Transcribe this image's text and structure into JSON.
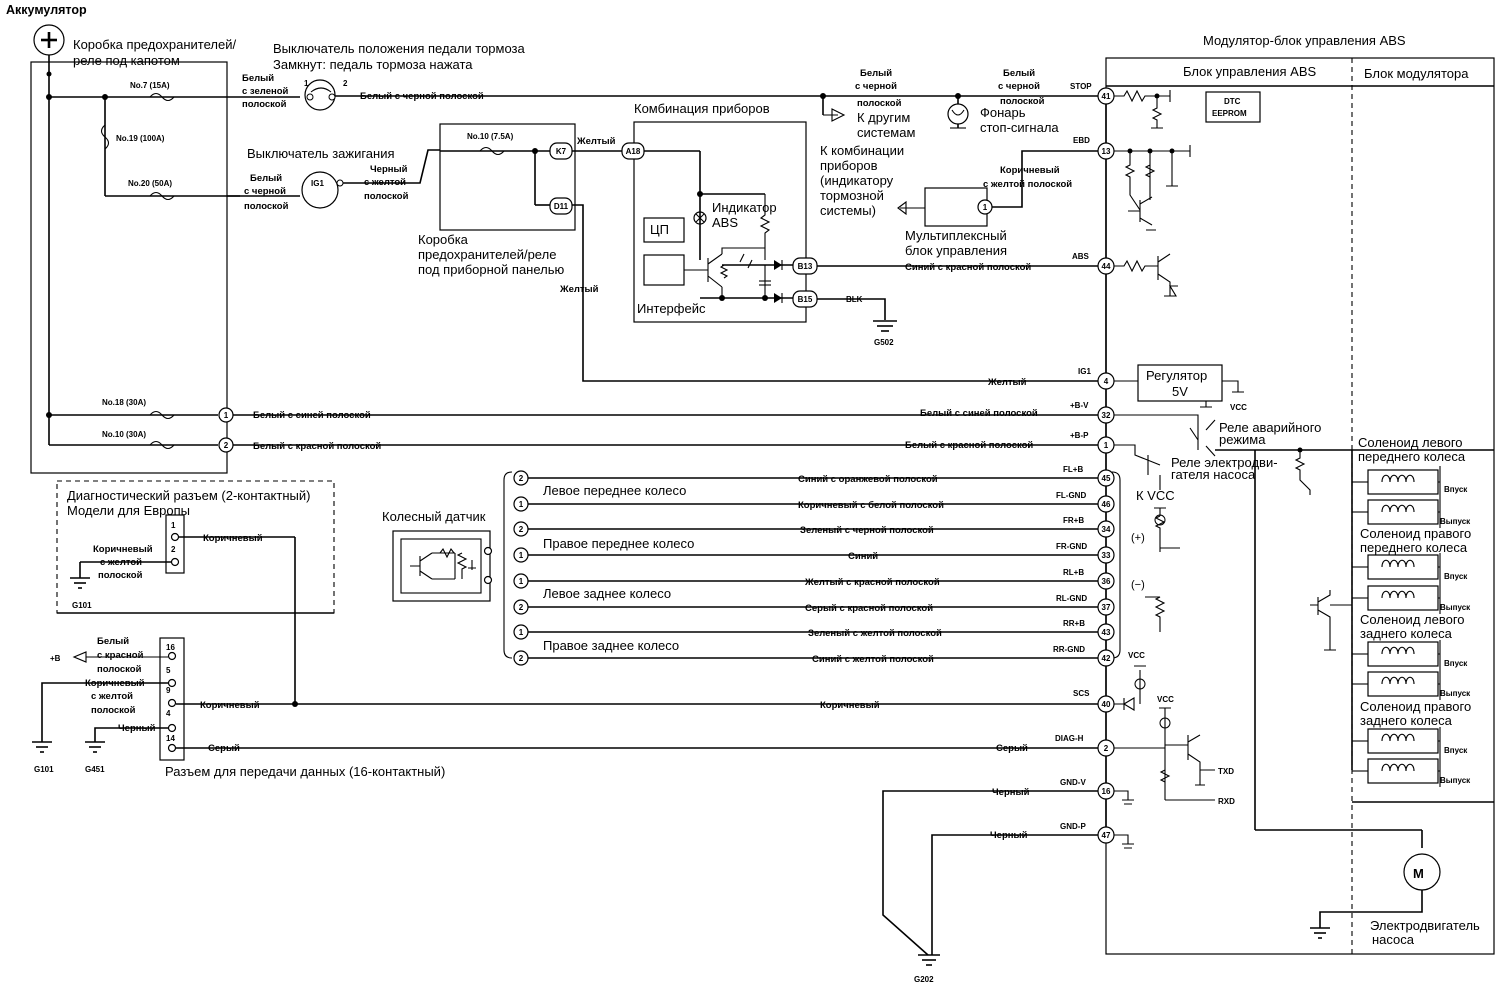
{
  "battery": "Аккумулятор",
  "underhood_box": [
    "Коробка предохранителей/",
    "реле под капотом"
  ],
  "fuses_underhood": [
    "No.7 (15A)",
    "No.19 (100A)",
    "No.20 (50A)",
    "No.18 (30A)",
    "No.10 (30A)"
  ],
  "brake_switch": [
    "Выключатель положения педали тормоза",
    "Замкнут: педаль тормоза нажата"
  ],
  "brake_switch_pins": [
    "1",
    "2"
  ],
  "ignition_switch": "Выключатель зажигания",
  "ignition_pin": "IG1",
  "wire_white_green": [
    "Белый",
    "с зеленой",
    "полоской"
  ],
  "wire_white_black_long": "Белый с черной полоской",
  "wire_white_black_3": [
    "Белый",
    "с черной",
    "полоской"
  ],
  "wire_black_yellow": [
    "Черный",
    "с желтой",
    "полоской"
  ],
  "dash_fuse": "No.10 (7.5A)",
  "dash_box": [
    "Коробка",
    "предохранителей/реле",
    "под приборной панелью"
  ],
  "yellow": "Желтый",
  "combi_title": "Комбинация приборов",
  "abs_indicator": [
    "Индикатор",
    "ABS"
  ],
  "cpu": "ЦП",
  "interface": "Интерфейс",
  "connector_labels": [
    "K7",
    "D11",
    "A18",
    "B13",
    "B15"
  ],
  "other_systems": [
    "К другим",
    "системам"
  ],
  "stop_lamp": [
    "Фонарь",
    "стоп-сигнала"
  ],
  "to_combi": [
    "К комбинации",
    "приборов",
    "(индикатору",
    "тормозной",
    "системы)"
  ],
  "mux_unit": [
    "Мультиплексный",
    "блок управления"
  ],
  "brown_yellow_stripe": [
    "Коричневый",
    "с желтой полоской"
  ],
  "blue_red_stripe": "Синий с красной полоской",
  "blk": "BLK",
  "ground_g502": "G502",
  "modulator_title": "Модулятор-блок управления ABS",
  "abs_unit": "Блок управления ABS",
  "modulator_block": "Блок модулятора",
  "dtc": [
    "DTC",
    "EEPROM"
  ],
  "pin_names": [
    "STOP",
    "EBD",
    "ABS",
    "IG1",
    "+B-V",
    "+B-P"
  ],
  "pin_nums_right": [
    "41",
    "13",
    "44",
    "4",
    "32",
    "1"
  ],
  "regulator": [
    "Регулятор",
    "5V"
  ],
  "vcc": "VCC",
  "fail_relay": [
    "Реле аварийного",
    "режима"
  ],
  "pump_relay": [
    "Реле электродви-",
    "гателя насоса"
  ],
  "to_vcc": "К VCC",
  "white_blue": "Белый с синей полоской",
  "white_red": "Белый с красной полоской",
  "circled_pins": [
    "1",
    "2"
  ],
  "diag2": [
    "Диагностический разъем (2-контактный)",
    "Модели для Европы"
  ],
  "diag2_pins": [
    "1",
    "2"
  ],
  "brown": "Коричневый",
  "brown_yellow3": [
    "Коричневый",
    "с желтой",
    "полоской"
  ],
  "ground_g101": "G101",
  "wheel_sensor": "Колесный датчик",
  "wheels": [
    "Левое переднее колесо",
    "Правое переднее колесо",
    "Левое заднее колесо",
    "Правое заднее колесо"
  ],
  "sensor_wires": [
    {
      "pin": "2",
      "color": "Синий с оранжевой полоской",
      "name": "FL+B",
      "num": "45"
    },
    {
      "pin": "1",
      "color": "Коричневый с белой полоской",
      "name": "FL-GND",
      "num": "46"
    },
    {
      "pin": "2",
      "color": "Зеленый с черной полоской",
      "name": "FR+B",
      "num": "34"
    },
    {
      "pin": "1",
      "color": "Синий",
      "name": "FR-GND",
      "num": "33"
    },
    {
      "pin": "1",
      "color": "Желтый с красной полоской",
      "name": "RL+B",
      "num": "36"
    },
    {
      "pin": "2",
      "color": "Серый с красной полоской",
      "name": "RL-GND",
      "num": "37"
    },
    {
      "pin": "1",
      "color": "Зеленый с желтой полоской",
      "name": "RR+B",
      "num": "43"
    },
    {
      "pin": "2",
      "color": "Синий с желтой полоской",
      "name": "RR-GND",
      "num": "42"
    }
  ],
  "plus_sign": "(+)",
  "minus_sign": "(−)",
  "dlc_pins": [
    "16",
    "5",
    "9",
    "4",
    "14"
  ],
  "plus_b": "+B",
  "white_red3": [
    "Белый",
    "с красной",
    "полоской"
  ],
  "black": "Черный",
  "gray": "Серый",
  "dlc_title": "Разъем для передачи данных (16-контактный)",
  "ground_g451": "G451",
  "lower_pins": [
    {
      "name": "SCS",
      "num": "40"
    },
    {
      "name": "DIAG-H",
      "num": "2"
    },
    {
      "name": "GND-V",
      "num": "16"
    },
    {
      "name": "GND-P",
      "num": "47"
    }
  ],
  "txd": "TXD",
  "rxd": "RXD",
  "ground_g202": "G202",
  "solenoids": [
    [
      "Соленоид левого",
      "переднего колеса"
    ],
    [
      "Соленоид правого",
      "переднего колеса"
    ],
    [
      "Соленоид левого",
      "заднего колеса"
    ],
    [
      "Соленоид правого",
      "заднего колеса"
    ]
  ],
  "valve_in": "Впуск",
  "valve_out": "Выпуск",
  "motor": [
    "Электродвигатель",
    "насоса"
  ],
  "motor_letter": "M"
}
